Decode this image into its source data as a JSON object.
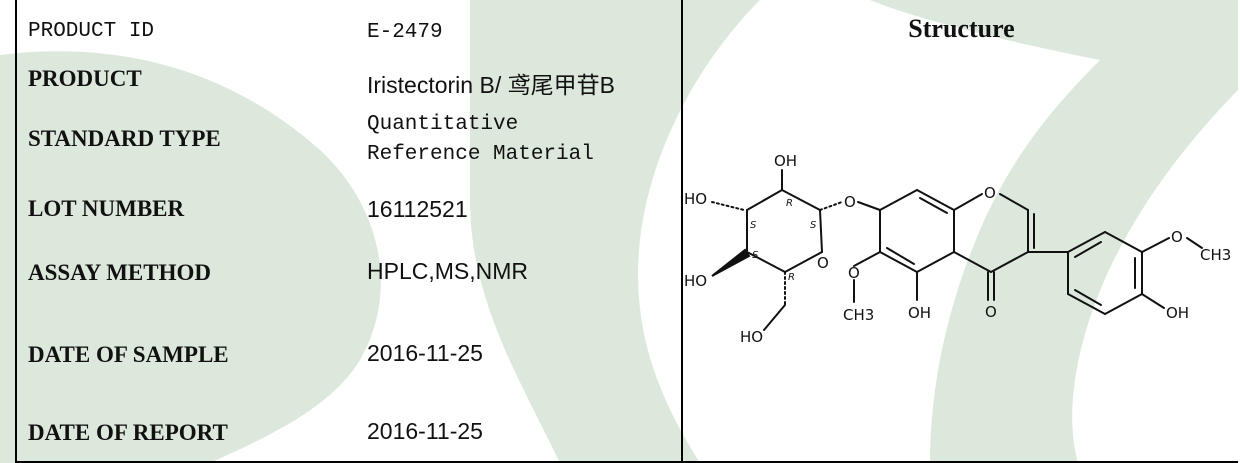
{
  "fields": [
    {
      "label": "PRODUCT ID",
      "value": "E-2479"
    },
    {
      "label": "PRODUCT",
      "value": "Iristectorin B/ 鸢尾甲苷B"
    },
    {
      "label": "STANDARD TYPE",
      "value": "Quantitative\nReference Material"
    },
    {
      "label": "LOT NUMBER",
      "value": "16112521"
    },
    {
      "label": "ASSAY METHOD",
      "value": "HPLC,MS,NMR"
    },
    {
      "label": "DATE OF SAMPLE",
      "value": "2016-11-25"
    },
    {
      "label": "DATE OF REPORT",
      "value": "2016-11-25"
    }
  ],
  "structure": {
    "title": "Structure",
    "atoms": {
      "oh_top": "OH",
      "ho_left": "HO",
      "ho_bottom_left": "HO",
      "ho_lower": "HO",
      "ring_o": "O",
      "link_o": "O",
      "chromone_o": "O",
      "methoxy_o": "O",
      "methoxy_ch3": "CH3",
      "oh_mid": "OH",
      "keto_o": "O",
      "aryl_o": "O",
      "aryl_ch3": "CH3",
      "aryl_oh": "OH"
    },
    "stereo": {
      "s1": "S",
      "r1": "R",
      "s2": "S",
      "s3": "S",
      "r2": "R"
    }
  },
  "colors": {
    "watermark": "#dde8dd",
    "text": "#111111"
  }
}
